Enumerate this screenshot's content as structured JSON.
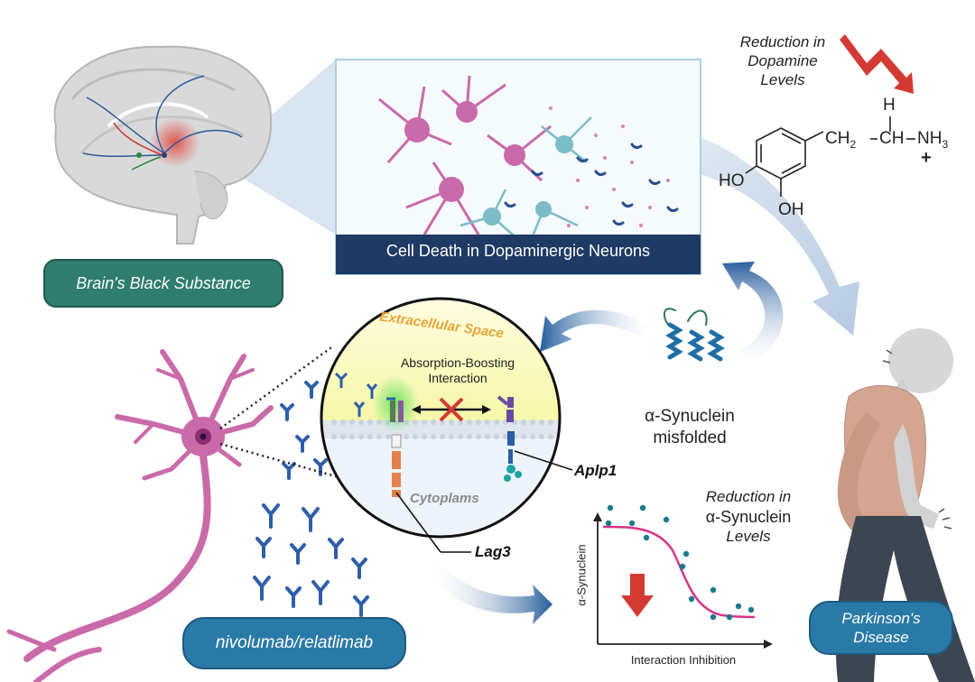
{
  "labels": {
    "cell_death": "Cell Death in Dopaminergic Neurons",
    "brain_region": "Brain's Black Substance",
    "dopamine_note": [
      "Reduction in",
      "Dopamine",
      "Levels"
    ],
    "extracellular": "Extracellular Space",
    "interaction": [
      "Absorption-Boosting",
      "Interaction"
    ],
    "cytoplasm": "Cytoplams",
    "aplp1": "Aplp1",
    "lag3": "Lag3",
    "synuclein": [
      "α-Synuclein",
      "misfolded"
    ],
    "synuclein_note": [
      "Reduction in",
      "α-Synuclein",
      "Levels"
    ],
    "drug": "nivolumab/relatlimab",
    "disease": [
      "Parkinson's",
      "Disease"
    ]
  },
  "dopamine_formula": {
    "h": "H",
    "ch2": "CH",
    "ch2_sub": "2",
    "ch": "CH",
    "nh3": "NH",
    "nh3_sub": "3",
    "plus": "+",
    "ho": "HO",
    "oh": "OH"
  },
  "chart_data": {
    "type": "scatter",
    "xlabel": "Interaction Inhibition",
    "ylabel": "α-Synuclein",
    "x_ticks": [],
    "y_ticks": [],
    "trend": "decreasing sigmoid fit (magenta) through scattered points"
  },
  "colors": {
    "teal_pill": "#2e7d6e",
    "blue_pill": "#2a7aa8",
    "navy_banner": "#1f3a64",
    "neuron": "#c96aa9",
    "arrow_red": "#d33a33",
    "curve": "#d6338a",
    "dots": "#1b7a8c"
  }
}
